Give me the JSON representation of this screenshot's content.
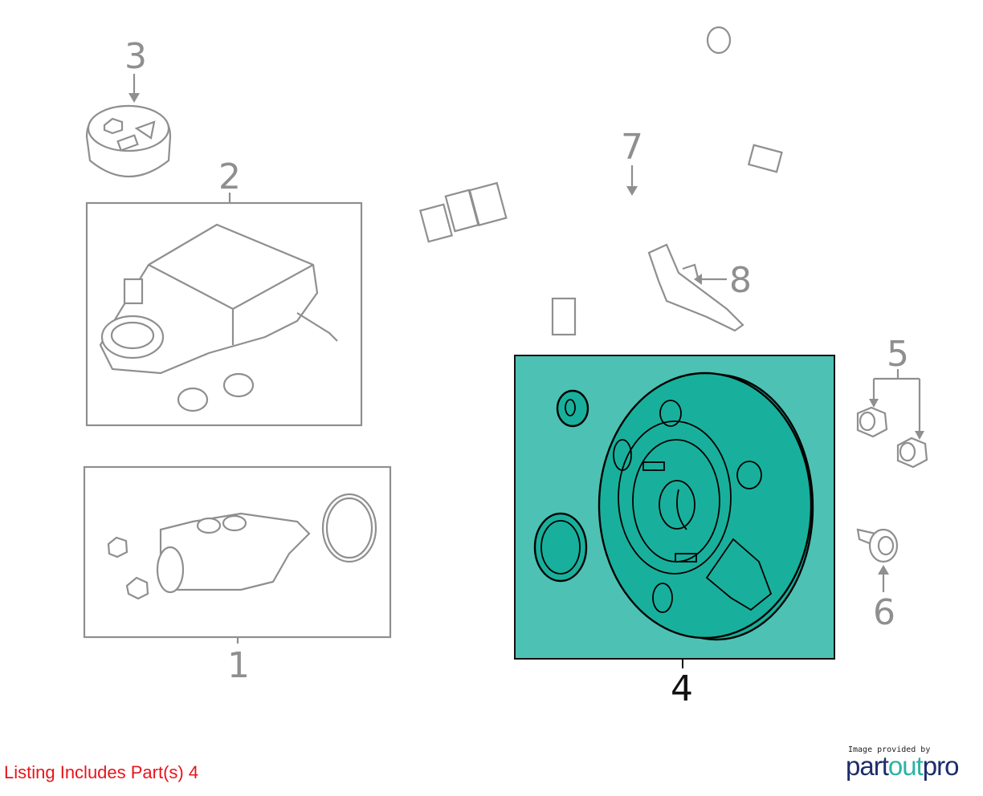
{
  "callouts": {
    "p1": "1",
    "p2": "2",
    "p3": "3",
    "p4": "4",
    "p5": "5",
    "p6": "6",
    "p7": "7",
    "p8": "8"
  },
  "highlighted_part": "4",
  "colors": {
    "highlight_box": "#4dc1b4",
    "highlight_part": "#18b09c",
    "listing_text": "#e8141b",
    "logo_dark": "#1d2d6b",
    "logo_teal": "#2bb3a4"
  },
  "listing_text": "Listing Includes Part(s) 4",
  "credit": {
    "caption": "Image provided by",
    "logo_part1": "part",
    "logo_part2": "out",
    "logo_part3": "pro"
  }
}
